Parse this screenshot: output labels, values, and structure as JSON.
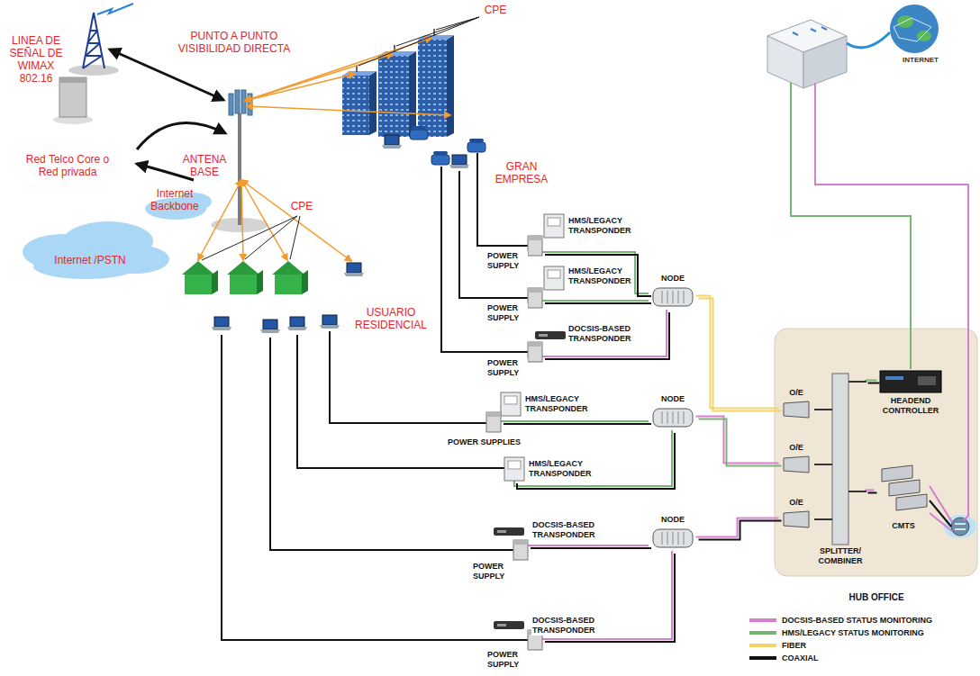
{
  "diagram": {
    "nodes": [
      {
        "text": [
          "HUB OFFICE"
        ]
      },
      {
        "text": [
          "O/E"
        ],
        "in": 0
      },
      {
        "text": [
          "O/E"
        ],
        "in": 0
      },
      {
        "text": [
          "O/E"
        ],
        "in": 0
      },
      {
        "text": [
          "HEADEND CONTROLLER"
        ],
        "in": 0
      },
      {
        "text": [
          "SPLITTER/ COMBINER"
        ],
        "in": 0
      },
      {
        "text": [
          "CMTS"
        ],
        "in": 0
      },
      {
        "text": [
          "NODE"
        ]
      },
      {
        "text": [
          "NODE"
        ]
      },
      {
        "text": [
          "NODE"
        ]
      }
    ],
    "edges": [
      {
        "from": 7,
        "to": 1,
        "arrow": "none"
      },
      {
        "from": 8,
        "to": 2,
        "arrow": "none"
      },
      {
        "from": 9,
        "to": 3,
        "arrow": "none"
      },
      {
        "from": 5,
        "to": 4,
        "arrow": "none"
      },
      {
        "from": 5,
        "to": 6,
        "arrow": "none"
      }
    ],
    "labels": [
      "LINEA DE SEÑAL DE WIMAX 802.16",
      "PUNTO A PUNTO VISIBILIDAD DIRECTA",
      "CPE",
      "ANTENA BASE",
      "Red Telco Core o Red privada",
      "Internet Backbone",
      "GRAN EMPRESA",
      "Internet /PSTN",
      "CPE",
      "USUARIO RESIDENCIAL",
      "INTERNET",
      "HMS/LEGACY TRANSPONDER",
      "POWER SUPPLY",
      "HMS/LEGACY TRANSPONDER",
      "POWER SUPPLY",
      "DOCSIS-BASED TRANSPONDER",
      "POWER SUPPLY",
      "HMS/LEGACY TRANSPONDER",
      "POWER SUPPLIES",
      "HMS/LEGACY TRANSPONDER",
      "DOCSIS-BASED TRANSPONDER",
      "POWER SUPPLY",
      "DOCSIS-BASED TRANSPONDER",
      "POWER SUPPLY"
    ],
    "legend": [
      {
        "text": "DOCSIS-BASED STATUS MONITORING",
        "color": "#d67fcf"
      },
      {
        "text": "HMS/LEGACY STATUS MONITORING",
        "color": "#77b574"
      },
      {
        "text": "FIBER",
        "color": "#f2d56b"
      },
      {
        "text": "COAXIAL",
        "color": "#111111"
      }
    ]
  }
}
